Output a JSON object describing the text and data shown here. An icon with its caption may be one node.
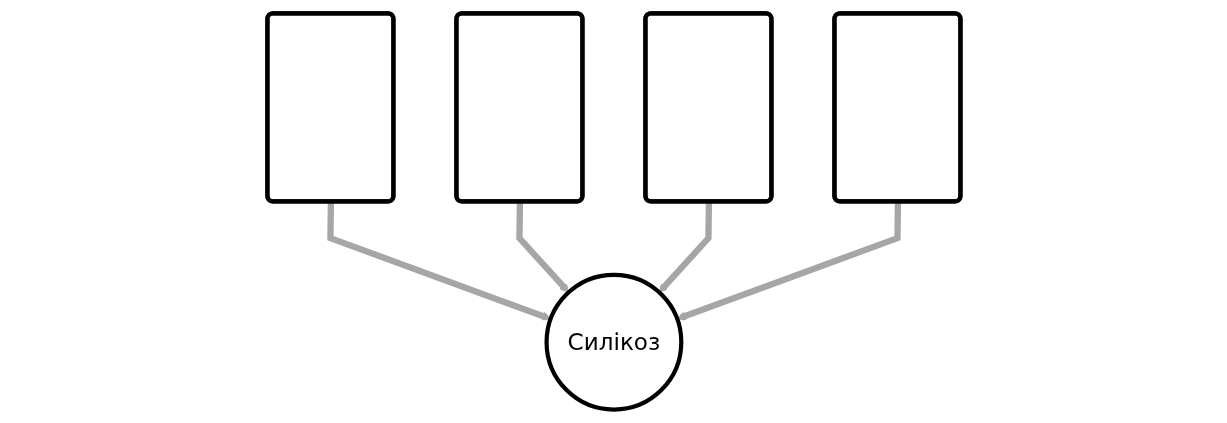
{
  "diagram": {
    "nodes": [
      {
        "text": [],
        "shape": "box"
      },
      {
        "text": [],
        "shape": "box"
      },
      {
        "text": [],
        "shape": "box"
      },
      {
        "text": [
          "Силікоз"
        ]
      },
      {
        "text": [],
        "shape": "box"
      }
    ],
    "edges": [
      {
        "from": 0,
        "to": 3,
        "arrow": "to"
      },
      {
        "from": 1,
        "to": 3,
        "arrow": "to"
      },
      {
        "from": 2,
        "to": 3,
        "arrow": "to"
      },
      {
        "from": 4,
        "to": 3,
        "arrow": "to"
      }
    ]
  }
}
